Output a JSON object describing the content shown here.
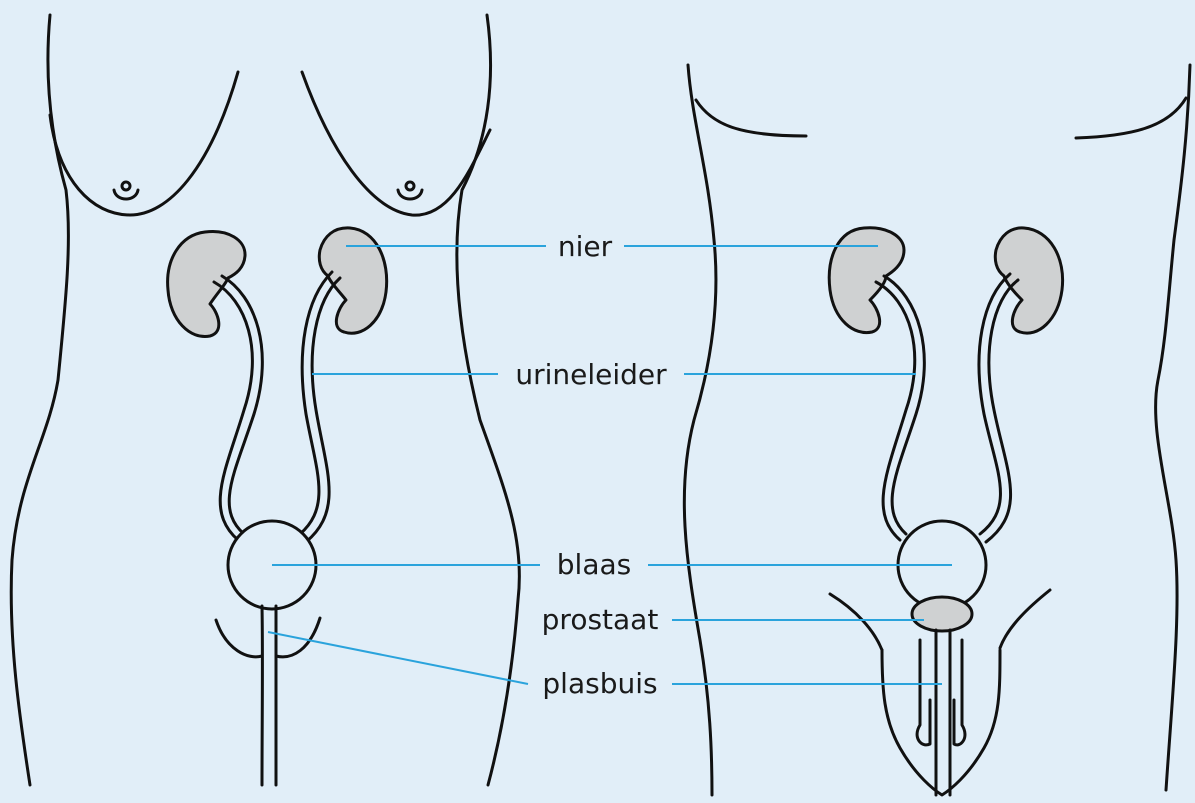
{
  "labels": {
    "nier": "nier",
    "urineleider": "urineleider",
    "blaas": "blaas",
    "prostaat": "prostaat",
    "plasbuis": "plasbuis"
  },
  "colors": {
    "background": "#e1eef8",
    "organ_fill": "#cfd1d2",
    "leader_line": "#2aa3dc",
    "outline": "#111111"
  }
}
